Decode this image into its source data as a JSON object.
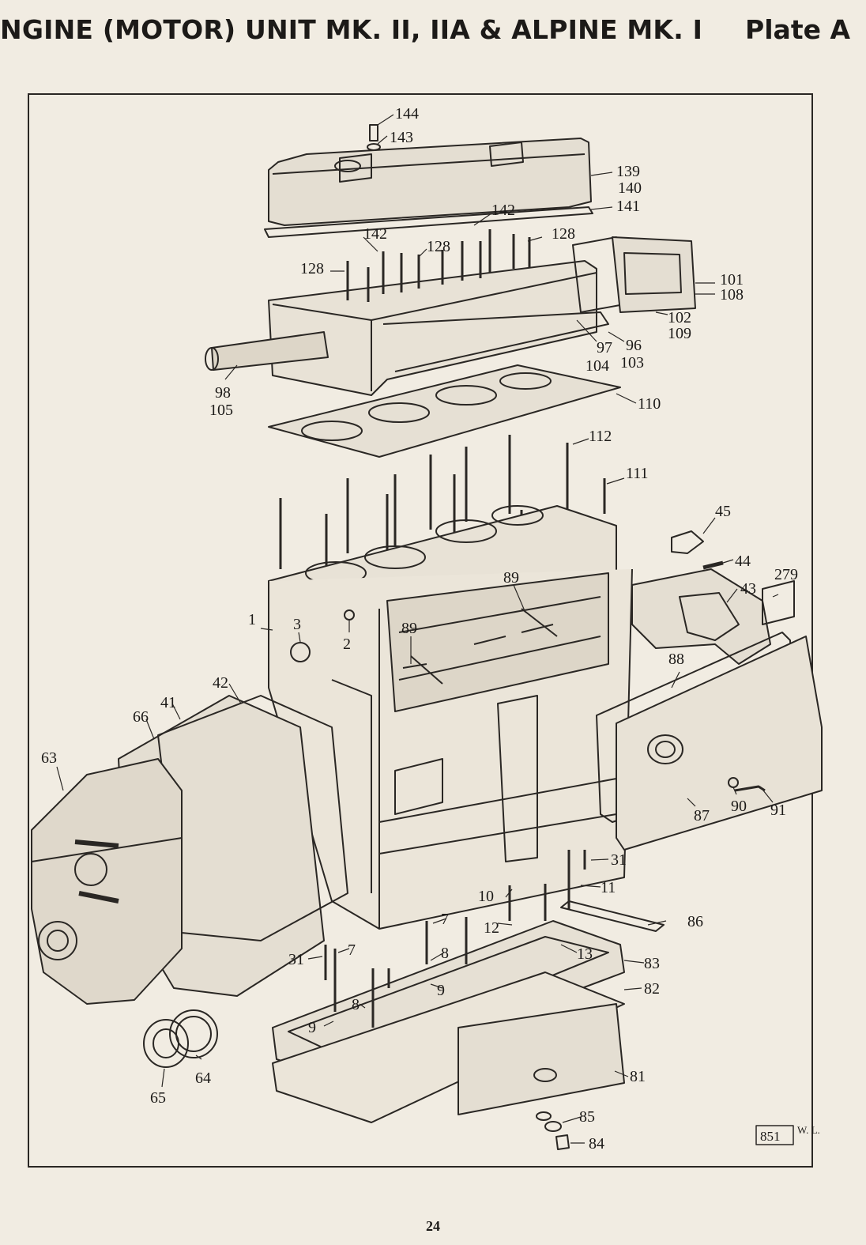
{
  "header": {
    "title": "NGINE (MOTOR) UNIT MK. II, IIA & ALPINE MK. I",
    "plate": "Plate A"
  },
  "diagram": {
    "stamp_number": "851",
    "stamp_initials": "W. L.",
    "callouts": [
      {
        "id": "144",
        "label": "144"
      },
      {
        "id": "143",
        "label": "143"
      },
      {
        "id": "139",
        "label": "139"
      },
      {
        "id": "140",
        "label": "140"
      },
      {
        "id": "141",
        "label": "141"
      },
      {
        "id": "142a",
        "label": "142"
      },
      {
        "id": "142b",
        "label": "142"
      },
      {
        "id": "128a",
        "label": "128"
      },
      {
        "id": "128b",
        "label": "128"
      },
      {
        "id": "128c",
        "label": "128"
      },
      {
        "id": "101",
        "label": "101"
      },
      {
        "id": "108",
        "label": "108"
      },
      {
        "id": "102",
        "label": "102"
      },
      {
        "id": "109",
        "label": "109"
      },
      {
        "id": "96",
        "label": "96"
      },
      {
        "id": "103",
        "label": "103"
      },
      {
        "id": "97",
        "label": "97"
      },
      {
        "id": "104",
        "label": "104"
      },
      {
        "id": "98",
        "label": "98"
      },
      {
        "id": "105",
        "label": "105"
      },
      {
        "id": "110",
        "label": "110"
      },
      {
        "id": "112",
        "label": "112"
      },
      {
        "id": "111",
        "label": "111"
      },
      {
        "id": "45",
        "label": "45"
      },
      {
        "id": "44",
        "label": "44"
      },
      {
        "id": "279",
        "label": "279"
      },
      {
        "id": "43",
        "label": "43"
      },
      {
        "id": "89a",
        "label": "89"
      },
      {
        "id": "89b",
        "label": "89"
      },
      {
        "id": "1",
        "label": "1"
      },
      {
        "id": "3",
        "label": "3"
      },
      {
        "id": "2",
        "label": "2"
      },
      {
        "id": "88",
        "label": "88"
      },
      {
        "id": "90",
        "label": "90"
      },
      {
        "id": "91",
        "label": "91"
      },
      {
        "id": "87",
        "label": "87"
      },
      {
        "id": "42",
        "label": "42"
      },
      {
        "id": "41",
        "label": "41"
      },
      {
        "id": "66",
        "label": "66"
      },
      {
        "id": "63",
        "label": "63"
      },
      {
        "id": "31a",
        "label": "31"
      },
      {
        "id": "11",
        "label": "11"
      },
      {
        "id": "10",
        "label": "10"
      },
      {
        "id": "86",
        "label": "86"
      },
      {
        "id": "7a",
        "label": "7"
      },
      {
        "id": "12",
        "label": "12"
      },
      {
        "id": "13",
        "label": "13"
      },
      {
        "id": "31b",
        "label": "31"
      },
      {
        "id": "7b",
        "label": "7"
      },
      {
        "id": "8a",
        "label": "8"
      },
      {
        "id": "83",
        "label": "83"
      },
      {
        "id": "9a",
        "label": "9"
      },
      {
        "id": "82",
        "label": "82"
      },
      {
        "id": "8b",
        "label": "8"
      },
      {
        "id": "9b",
        "label": "9"
      },
      {
        "id": "81",
        "label": "81"
      },
      {
        "id": "64",
        "label": "64"
      },
      {
        "id": "65",
        "label": "65"
      },
      {
        "id": "85",
        "label": "85"
      },
      {
        "id": "84",
        "label": "84"
      }
    ]
  },
  "footer": {
    "page_number": "24"
  }
}
